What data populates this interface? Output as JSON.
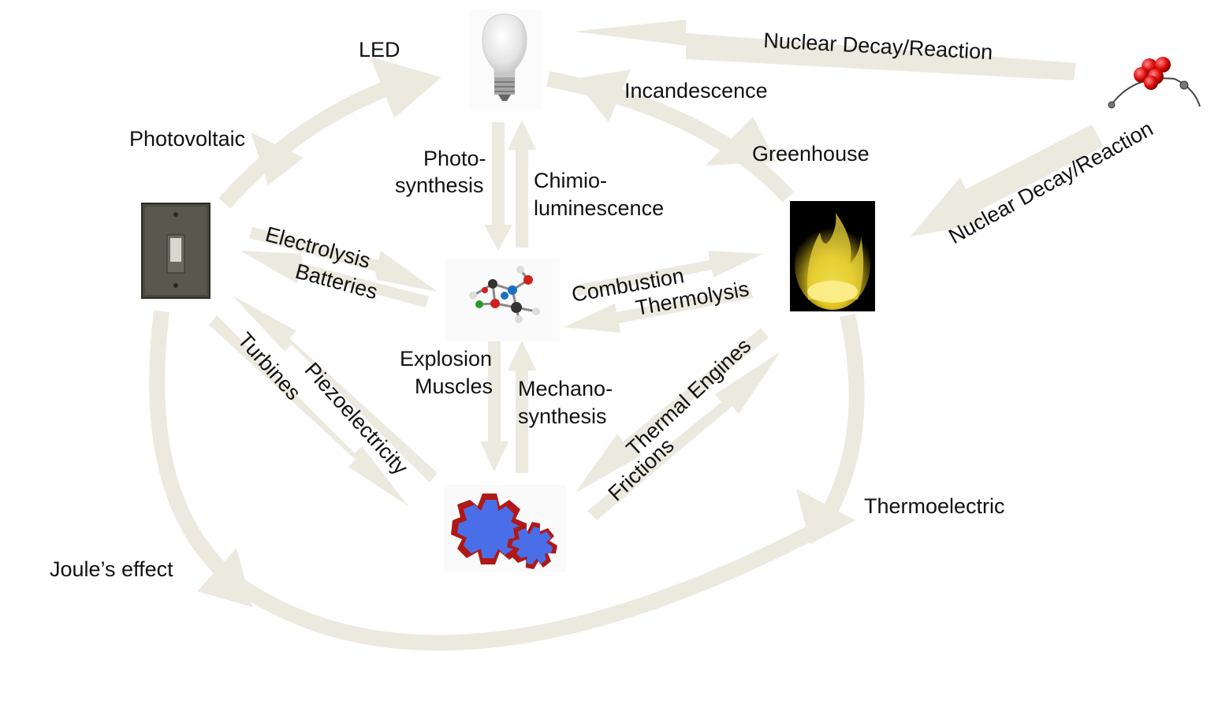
{
  "colors": {
    "arrow": "#ece9de",
    "text": "#111111",
    "bulb_glass": "#e6e6e6",
    "switch_plate": "#4a4a40",
    "flame": "#e8d23a",
    "gear_blue": "#4a6ee8",
    "gear_red": "#b01818",
    "atom_red": "#dd1111"
  },
  "nodes": {
    "light": "light-bulb-icon",
    "electricity": "light-switch-icon",
    "chemical": "molecule-icon",
    "heat": "flame-icon",
    "mechanical": "gears-icon",
    "nuclear": "atom-icon"
  },
  "labels": {
    "led": "LED",
    "photovoltaic": "Photovoltaic",
    "incandescence": "Incandescence",
    "greenhouse": "Greenhouse",
    "nuclear_top": "Nuclear Decay/Reaction",
    "nuclear_right": "Nuclear Decay/Reaction",
    "photosynthesis": [
      "Photo-",
      "synthesis"
    ],
    "chemiluminescence": [
      "Chimio-",
      "luminescence"
    ],
    "electrolysis": "Electrolysis",
    "batteries": "Batteries",
    "combustion": "Combustion",
    "thermolysis": "Thermolysis",
    "explosion_muscles": [
      "Explosion",
      "Muscles"
    ],
    "mechanosynthesis": [
      "Mechano-",
      "synthesis"
    ],
    "turbines": "Turbines",
    "piezoelectricity": "Piezoelectricity",
    "thermal_engines": "Thermal Engines",
    "frictions": "Frictions",
    "thermoelectric": "Thermoelectric",
    "joule": "Joule’s effect"
  }
}
